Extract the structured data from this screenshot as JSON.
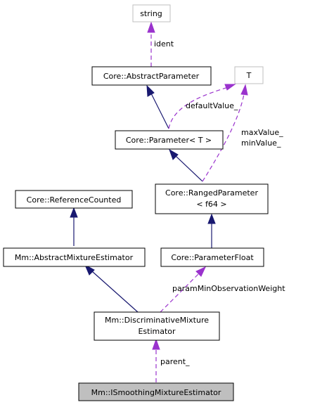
{
  "nodes": {
    "string": "string",
    "abstract_parameter": "Core::AbstractParameter",
    "t": "T",
    "parameter_t": "Core::Parameter< T >",
    "reference_counted": "Core::ReferenceCounted",
    "ranged_parameter_l1": "Core::RangedParameter",
    "ranged_parameter_l2": "< f64 >",
    "abstract_mixture_estimator": "Mm::AbstractMixtureEstimator",
    "parameter_float": "Core::ParameterFloat",
    "discriminative_l1": "Mm::DiscriminativeMixture",
    "discriminative_l2": "Estimator",
    "ismoothing": "Mm::ISmoothingMixtureEstimator"
  },
  "edge_labels": {
    "ident": "ident",
    "default_value": "defaultValue_",
    "max_value": "maxValue_",
    "min_value": "minValue_",
    "param_min_obs_weight": "paramMinObservationWeight",
    "parent": "parent_"
  },
  "colors": {
    "inheritance": "#191970",
    "usage": "#9a32cd",
    "external_border": "#bfbfbf",
    "focus_fill": "#bfbfbf"
  }
}
